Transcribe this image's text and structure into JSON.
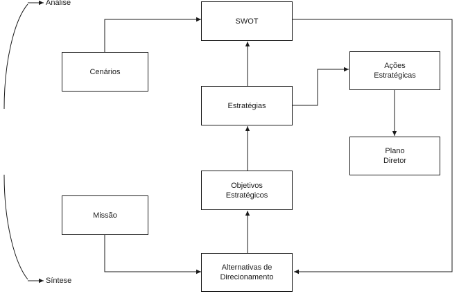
{
  "boxes": {
    "swot": "SWOT",
    "cenarios": "Cenários",
    "acoes": "Ações\nEstratégicas",
    "estrategias": "Estratégias",
    "plano": "Plano\nDiretor",
    "objetivos": "Objetivos\nEstratégicos",
    "missao": "Missão",
    "alternativas": "Alternativas de\nDirecionamento"
  },
  "side_labels": {
    "analise": "Análise",
    "sintese": "Síntese"
  },
  "colors": {
    "stroke": "#1a1a1a",
    "background": "#ffffff"
  }
}
